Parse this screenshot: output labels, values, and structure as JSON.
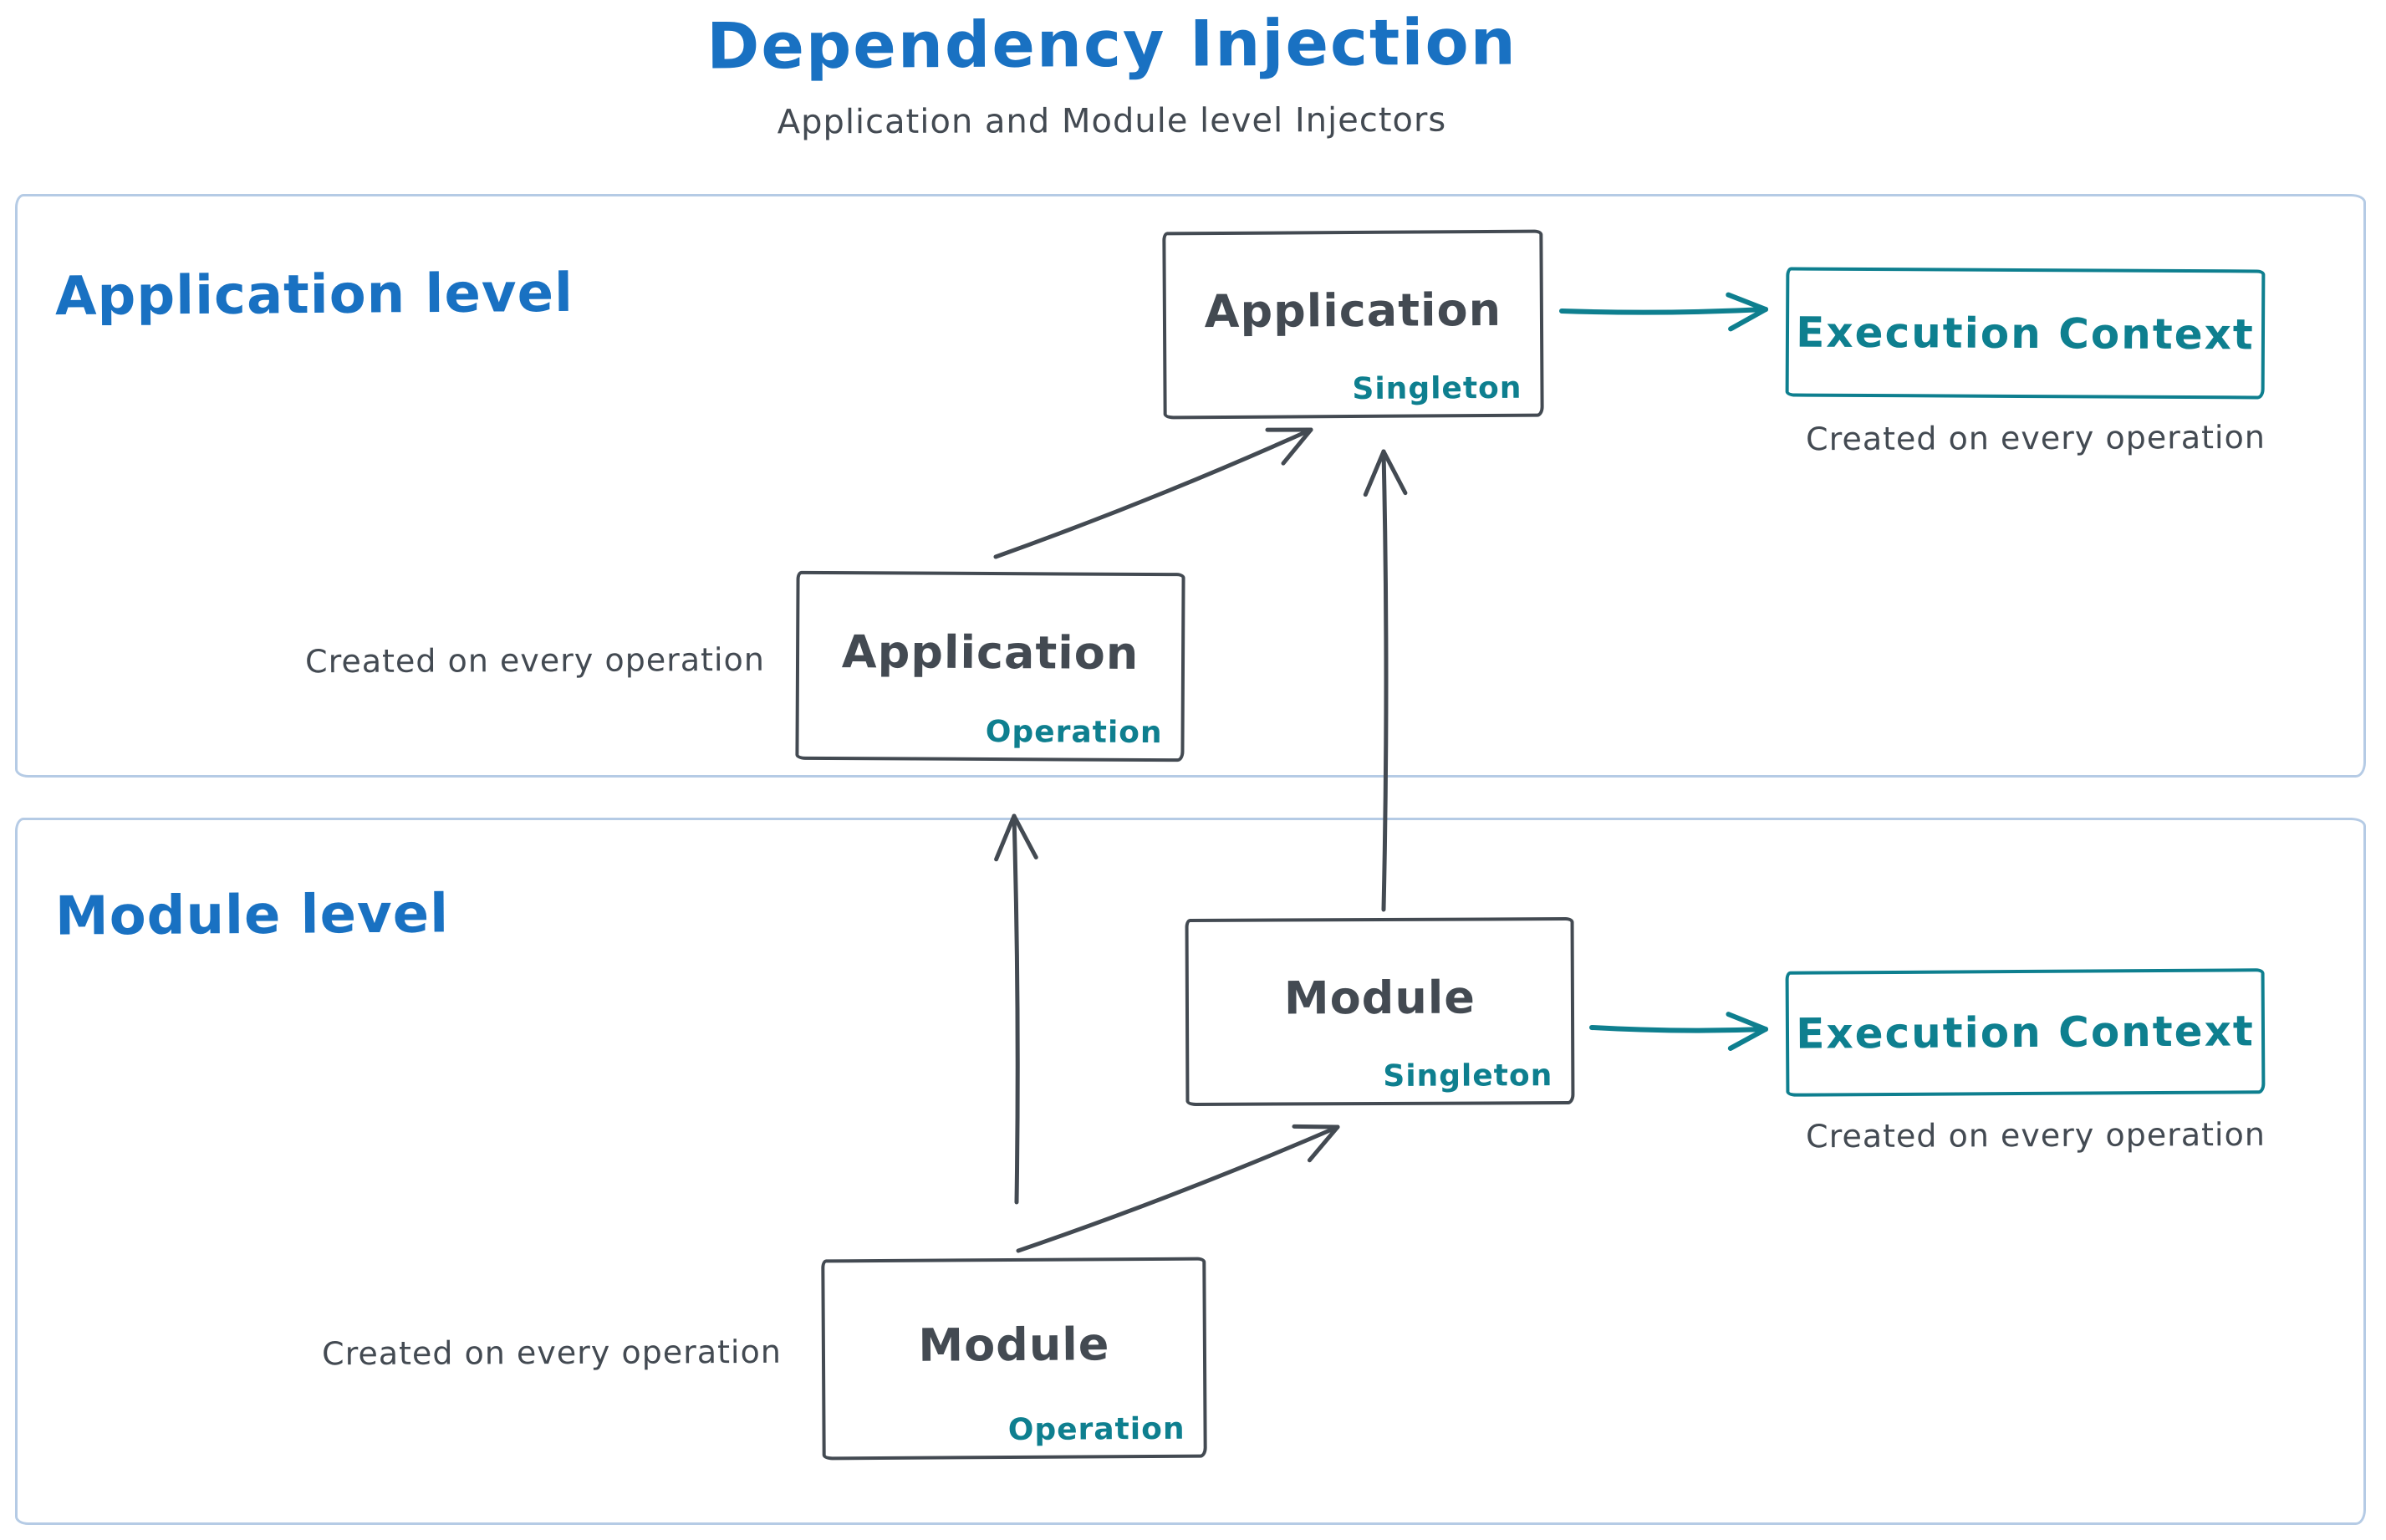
{
  "title": "Dependency Injection",
  "subtitle": "Application and Module level Injectors",
  "colors": {
    "blue": "#1971c2",
    "dark": "#434a52",
    "teal": "#0e7f8f",
    "frame_border": "#b5cbe5",
    "background": "#ffffff"
  },
  "frames": {
    "application": {
      "label": "Application level"
    },
    "module": {
      "label": "Module level"
    }
  },
  "nodes": {
    "app_singleton": {
      "title": "Application",
      "tag": "Singleton"
    },
    "app_operation": {
      "title": "Application",
      "tag": "Operation"
    },
    "module_singleton": {
      "title": "Module",
      "tag": "Singleton"
    },
    "module_operation": {
      "title": "Module",
      "tag": "Operation"
    },
    "exec_context_app": {
      "title": "Execution Context"
    },
    "exec_context_module": {
      "title": "Execution Context"
    }
  },
  "captions": {
    "exec_app": "Created on every operation",
    "app_operation": "Created on every operation",
    "exec_module": "Created on every operation",
    "module_operation": "Created on every operation"
  }
}
